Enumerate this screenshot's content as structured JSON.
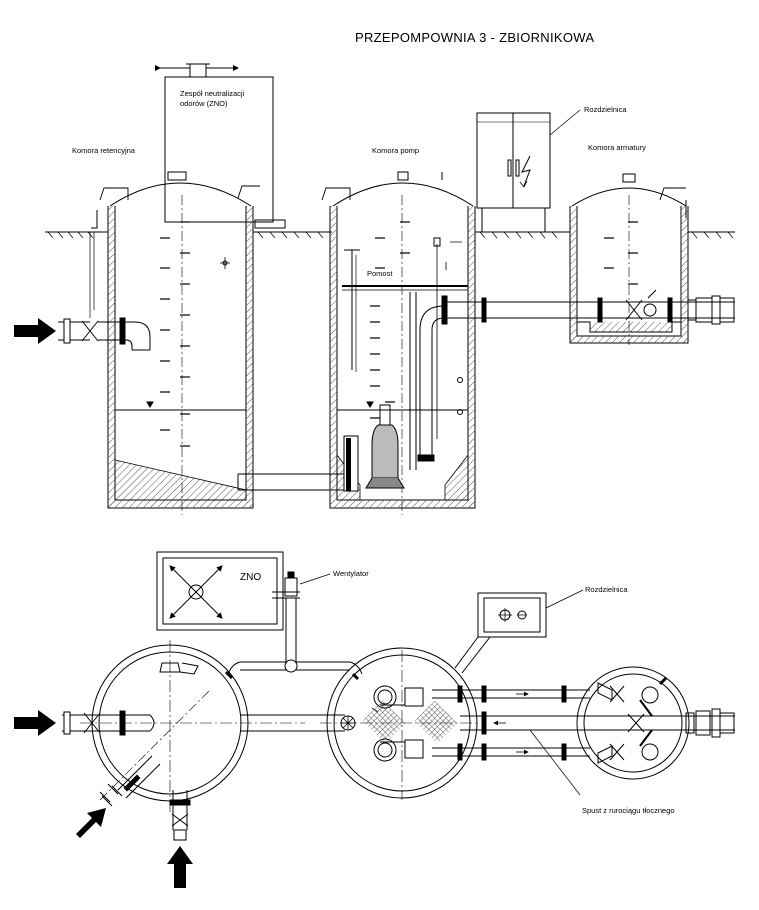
{
  "title": "PRZEPOMPOWNIA  3 - ZBIORNIKOWA",
  "labels": {
    "zno_unit_line1": "Zespół neutralizacji",
    "zno_unit_line2": "odorów (ZNO)",
    "retention_chamber": "Komora retencyjna",
    "pump_chamber": "Komora pomp",
    "valve_chamber": "Komora armatury",
    "switchboard_top": "Rozdzielnica",
    "platform": "Pomost",
    "zno_box": "ZNO",
    "fan": "Wentylator",
    "switchboard_plan": "Rozdzielnica",
    "drain_line": "Spust z rurociągu tłocznego"
  },
  "colors": {
    "line": "#000000",
    "hatch": "#555555",
    "background": "#ffffff"
  },
  "icons": {
    "inflow": "arrow-right-filled-icon",
    "inflow_diagonal": "arrow-diagonal-filled-icon",
    "inflow_up": "arrow-up-filled-icon",
    "lightning": "lightning-icon"
  }
}
